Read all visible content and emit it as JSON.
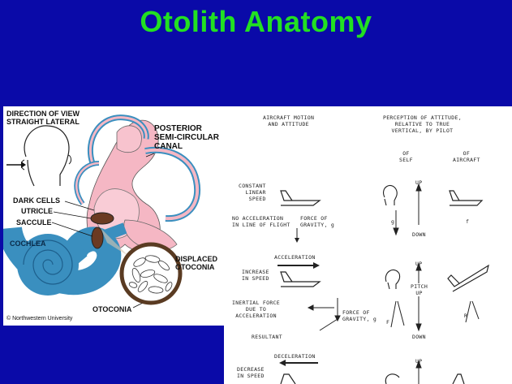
{
  "slide": {
    "title": "Otolith Anatomy"
  },
  "ear_diagram": {
    "direction_label": "DIRECTION OF VIEW\nSTRAIGHT LATERAL",
    "posterior_canal": "POSTERIOR\nSEMI-CIRCULAR\nCANAL",
    "dark_cells": "DARK CELLS",
    "utricle": "UTRICLE",
    "saccule": "SACCULE",
    "cochlea": "COCHLEA",
    "displaced_otoconia": "DISPLACED\nOTOCONIA",
    "otoconia": "OTOCONIA",
    "credit": "©   Northwestern University"
  },
  "flight_chart": {
    "col_motion": "AIRCRAFT MOTION\nAND ATTITUDE",
    "col_perception": "PERCEPTION OF ATTITUDE,\nRELATIVE TO TRUE\nVERTICAL, BY PILOT",
    "col_self": "OF\nSELF",
    "col_aircraft": "OF\nAIRCRAFT",
    "row1": {
      "motion": "CONSTANT\nLINEAR\nSPEED",
      "note": "NO ACCELERATION\nIN LINE OF FLIGHT",
      "force": "FORCE OF\nGRAVITY, g",
      "up": "UP",
      "down": "DOWN",
      "g": "g",
      "f": "f"
    },
    "row2": {
      "header": "ACCELERATION",
      "motion": "INCREASE\nIN SPEED",
      "inertial": "INERTIAL FORCE\nDUE TO\nACCELERATION",
      "force": "FORCE OF\nGRAVITY, g",
      "resultant": "RESULTANT",
      "up": "UP",
      "pitch": "PITCH\nUP",
      "down": "DOWN",
      "f": "F",
      "r": "R"
    },
    "row3": {
      "header": "DECELERATION",
      "motion": "DECREASE\nIN SPEED",
      "up": "UP"
    }
  }
}
